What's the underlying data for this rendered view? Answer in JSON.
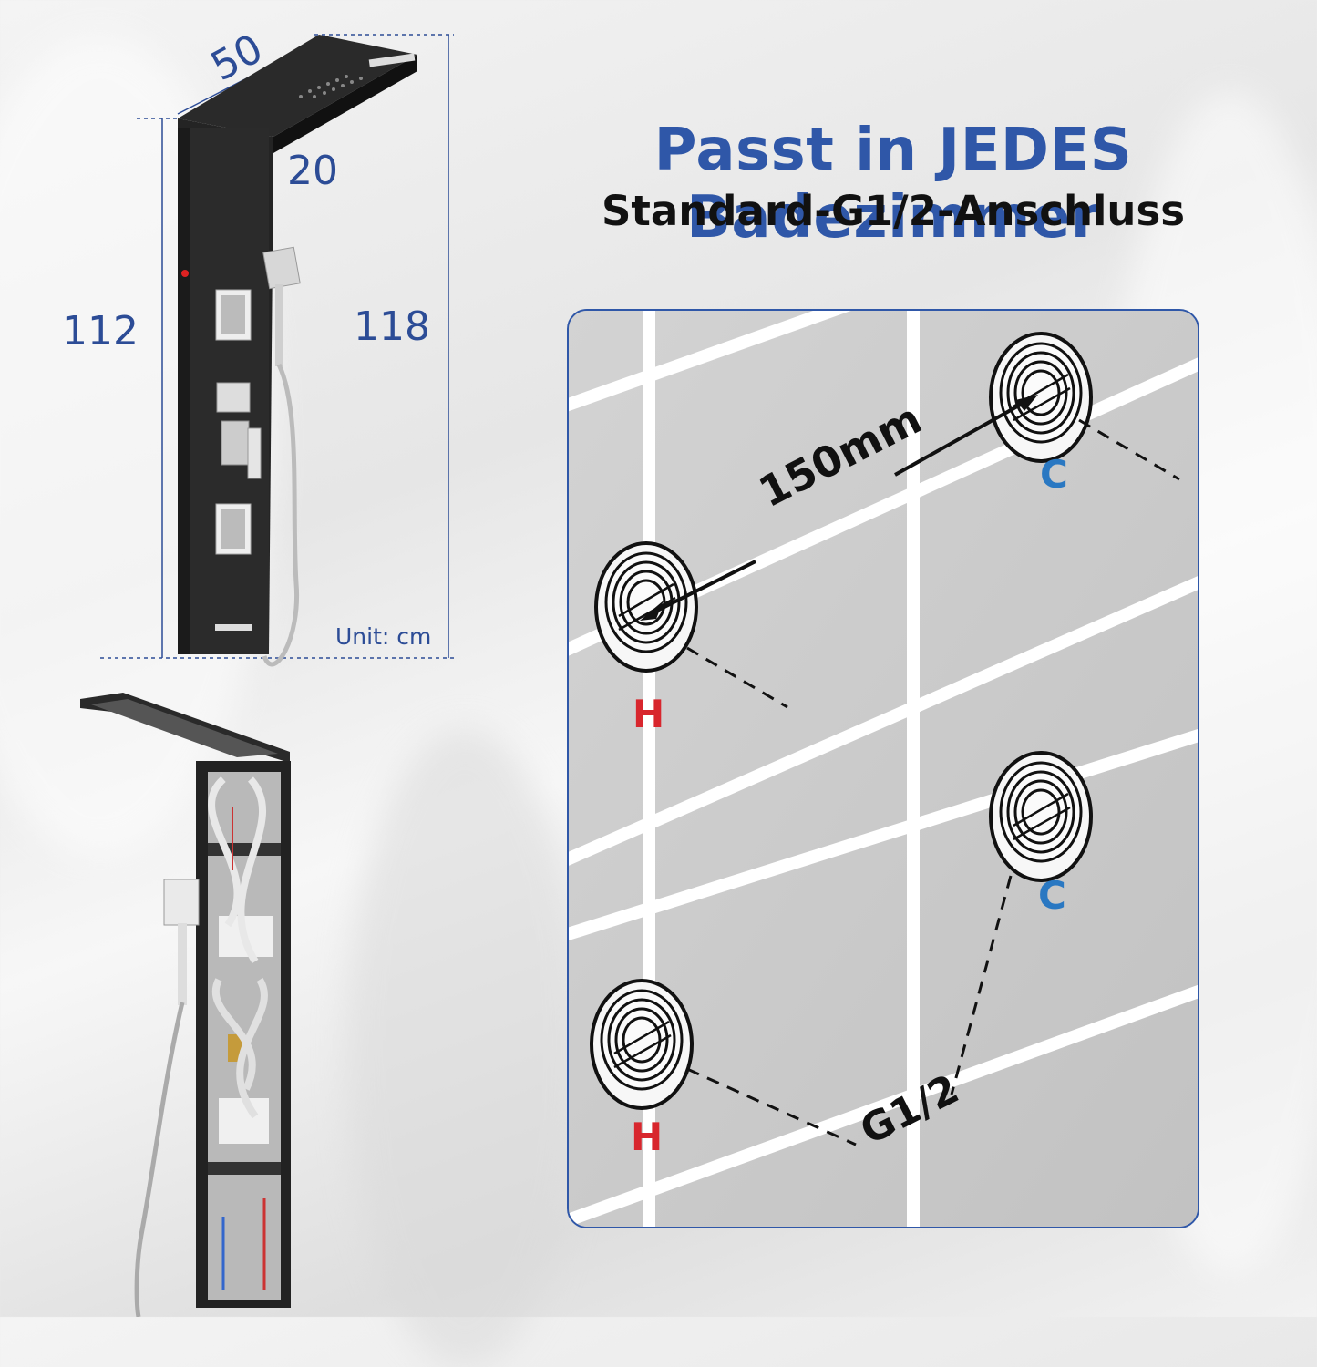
{
  "headline": {
    "title": "Passt in JEDES Badezimmer",
    "subtitle": "Standard-G1/2-Anschluss"
  },
  "dimensions": {
    "width": "50",
    "depth": "20",
    "height_panel": "112",
    "height_total": "118",
    "unit_label": "Unit: cm"
  },
  "diagram": {
    "spacing_label": "150mm",
    "thread_label": "G1/2",
    "hot_label": "H",
    "cold_label": "C"
  },
  "colors": {
    "accent_blue": "#2f57a8",
    "hot_red": "#d8262d",
    "cold_blue": "#2a78c2"
  }
}
